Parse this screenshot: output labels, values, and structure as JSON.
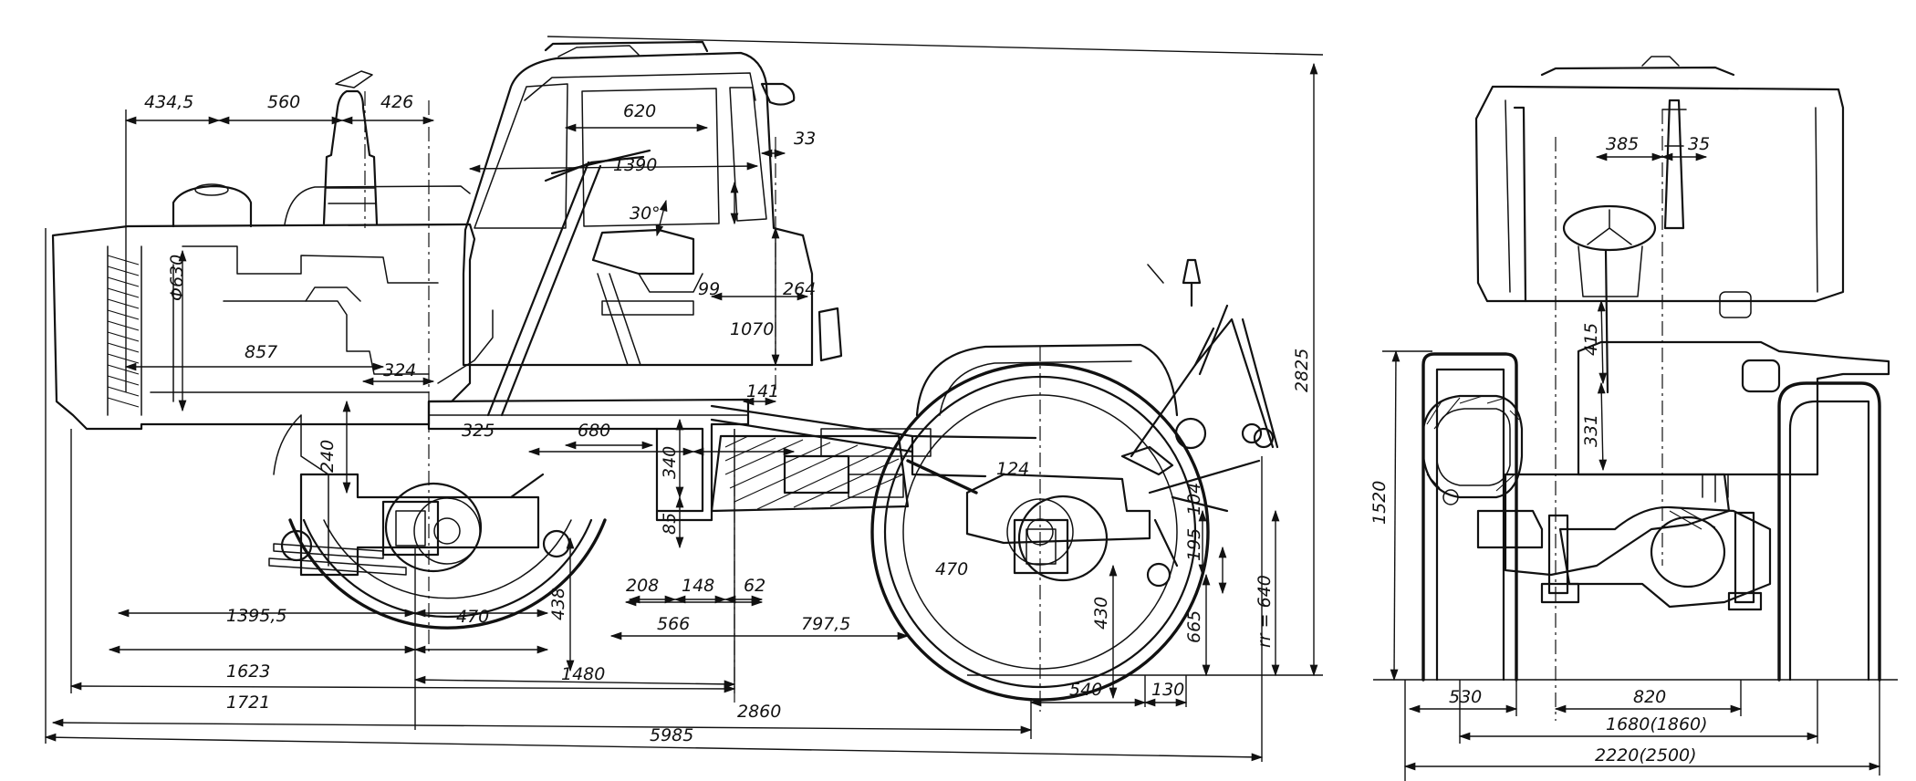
{
  "side_view": {
    "dimensions": {
      "hood_front": "434,5",
      "hood_mid": "560",
      "hood_rear": "426",
      "cab_roof": "620",
      "cab_length": "1390",
      "cab_offset": "33",
      "wheel_tilt": "30°",
      "seat_height": "99",
      "seat_to_rear": "264",
      "cab_floor": "1070",
      "air_filter_dia": "Φ630",
      "engine_length": "857",
      "gearbox_offset": "324",
      "frame_height": "240",
      "gear_lever": "325",
      "gearbox_span": "680",
      "hitch_offset": "141",
      "pivot_height": "340",
      "pivot_low": "85",
      "shaft_a": "208",
      "shaft_b": "148",
      "shaft_c": "62",
      "shaft_d": "566",
      "shaft_e": "797,5",
      "rear_axle_angle": "124",
      "rear_wheel_r": "470",
      "front_wheel_r": "470",
      "clearance_front": "438",
      "clearance_rear": "430",
      "link_104": "104",
      "link_195": "195",
      "link_665": "665",
      "rolling_radius": "rr = 640",
      "overall_height": "2825",
      "front_overhang": "1395,5",
      "front_axle_to_pivot": "1623",
      "pivot_to_rear": "1480",
      "front_bumper": "1721",
      "wheelbase": "2860",
      "rear_540": "540",
      "rear_130": "130",
      "overall_length": "5985"
    }
  },
  "front_view": {
    "dimensions": {
      "wheel_to_lever": "385",
      "lever_offset": "35",
      "upper_415": "415",
      "lower_331": "331",
      "height_1520": "1520",
      "tyre_width": "530",
      "center_to_edge": "820",
      "track": "1680(1860)",
      "overall_width": "2220(2500)"
    }
  }
}
